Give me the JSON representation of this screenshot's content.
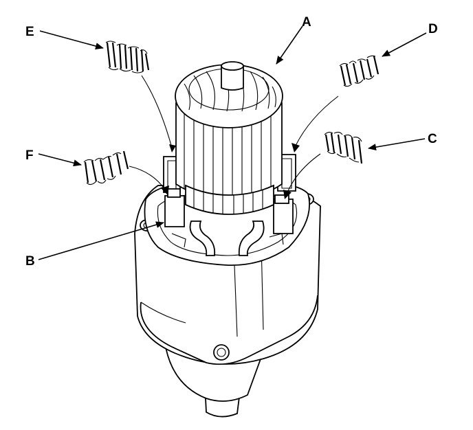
{
  "diagram": {
    "labels": [
      {
        "id": "A",
        "text": "A"
      },
      {
        "id": "B",
        "text": "B"
      },
      {
        "id": "C",
        "text": "C"
      },
      {
        "id": "D",
        "text": "D"
      },
      {
        "id": "E",
        "text": "E"
      },
      {
        "id": "F",
        "text": "F"
      }
    ],
    "colors": {
      "line": "#000000",
      "background": "#ffffff"
    }
  }
}
